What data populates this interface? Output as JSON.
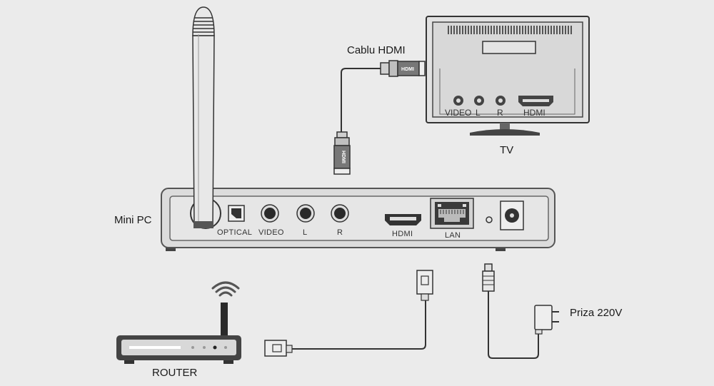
{
  "labels": {
    "mini_pc": "Mini PC",
    "tv": "TV",
    "hdmi_cable": "Cablu HDMI",
    "router": "ROUTER",
    "power": "Priza 220V"
  },
  "mini_pc_ports": {
    "optical": "OPTICAL",
    "video": "VIDEO",
    "l": "L",
    "r": "R",
    "hdmi": "HDMI",
    "lan": "LAN"
  },
  "tv_ports": {
    "video": "VIDEO",
    "l": "L",
    "r": "R",
    "hdmi": "HDMI"
  },
  "connector_text": {
    "hdmi_plug": "HDMI"
  },
  "colors": {
    "background": "#ebebeb",
    "device_fill": "#dcdcdc",
    "outline": "#555555",
    "cable": "#333333"
  },
  "icons": [
    "antenna-icon",
    "wifi-icon",
    "hdmi-plug-icon",
    "ethernet-plug-icon",
    "power-adapter-icon"
  ]
}
